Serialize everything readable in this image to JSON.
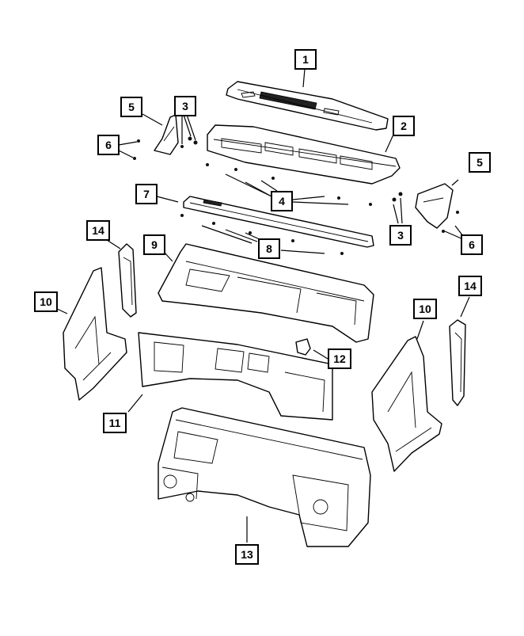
{
  "diagram": {
    "callouts": [
      {
        "id": "c1",
        "label": "1"
      },
      {
        "id": "c2",
        "label": "2"
      },
      {
        "id": "c3a",
        "label": "3"
      },
      {
        "id": "c3b",
        "label": "3"
      },
      {
        "id": "c4",
        "label": "4"
      },
      {
        "id": "c5a",
        "label": "5"
      },
      {
        "id": "c5b",
        "label": "5"
      },
      {
        "id": "c6a",
        "label": "6"
      },
      {
        "id": "c6b",
        "label": "6"
      },
      {
        "id": "c7",
        "label": "7"
      },
      {
        "id": "c8",
        "label": "8"
      },
      {
        "id": "c9",
        "label": "9"
      },
      {
        "id": "c10a",
        "label": "10"
      },
      {
        "id": "c10b",
        "label": "10"
      },
      {
        "id": "c11",
        "label": "11"
      },
      {
        "id": "c12",
        "label": "12"
      },
      {
        "id": "c13",
        "label": "13"
      },
      {
        "id": "c14a",
        "label": "14"
      },
      {
        "id": "c14b",
        "label": "14"
      }
    ]
  }
}
